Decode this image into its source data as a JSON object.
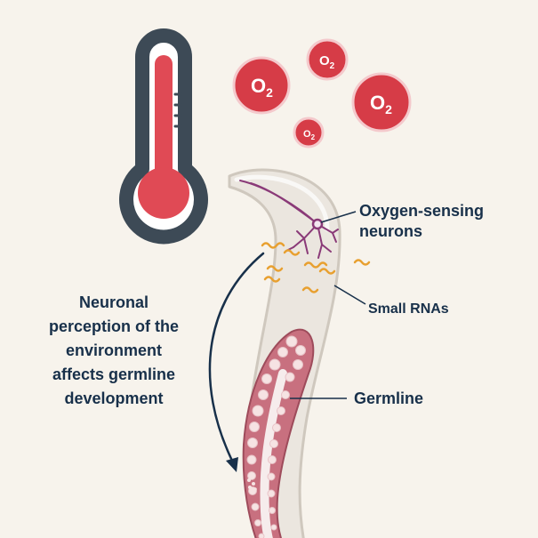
{
  "o2_bubbles": [
    {
      "text": "O",
      "sub": "2"
    },
    {
      "text": "O",
      "sub": "2"
    },
    {
      "text": "O",
      "sub": "2"
    },
    {
      "text": "O",
      "sub": "2"
    }
  ],
  "labels": {
    "oxygen_sensing": "Oxygen-sensing\nneurons",
    "small_rnas": "Small RNAs",
    "germline": "Germline",
    "neuronal_perception": "Neuronal\nperception of the\nenvironment\naffects germline\ndevelopment"
  },
  "colors": {
    "background": "#f7f3ec",
    "thermometer_frame": "#3d4a56",
    "thermometer_fill": "#e04a55",
    "o2_bubble": "#d63c47",
    "worm_body": "#ebe6df",
    "worm_outline": "#cfc8be",
    "neuron": "#8a3a78",
    "small_rna": "#e8a030",
    "germline": "#b96271",
    "text": "#18304a"
  }
}
